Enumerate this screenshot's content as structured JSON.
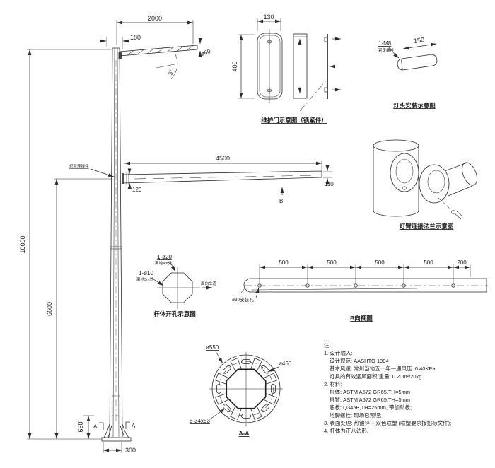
{
  "elevation": {
    "joint_label": "灯臂连接件",
    "dims": {
      "total_height": "10000",
      "lower_arm_height": "6600",
      "base_segment": "650",
      "base_width": "300",
      "top_arm_length": "2000",
      "top_arm_offset": "180",
      "top_arm_tip_dia": "ø60",
      "top_arm_angle": "5°",
      "lower_arm_length": "4500",
      "lower_arm_root_depth": "120",
      "lower_arm_tip_depth": "110"
    },
    "section_mark_left": "A",
    "section_mark_right": "A",
    "view_mark": "B"
  },
  "door_detail": {
    "width": "130",
    "height": "400",
    "caption": "维护门示意图（锁紧件）"
  },
  "arm_tip_detail": {
    "thread": "1-M8",
    "thread_note": "紧定螺栓",
    "length": "150",
    "caption": "灯头安装示意图"
  },
  "clamp_detail": {
    "caption": "灯臂连接法兰示意图"
  },
  "hole_detail": {
    "hole_top": "1-ø20",
    "hole_top_note": "离地4m处",
    "hole_side": "1-ø10",
    "hole_side_note": "离地3m处",
    "direction_note": "面向车道",
    "caption": "杆体开孔示意图"
  },
  "b_view": {
    "spacings": [
      "500",
      "500",
      "500",
      "500",
      "200"
    ],
    "hole_label": "ø30安装孔",
    "caption": "B向视图"
  },
  "flange_detail": {
    "outer_dia": "ø550",
    "bolt_circle_dia": "ø460",
    "slot_spec": "8-34x53",
    "caption": "A-A"
  },
  "notes": {
    "lines": [
      "注:",
      "1. 设计输入:",
      "设计规范: AASHTO 1994",
      "基本风速: 常州当地五十年一遇风压: 0.40KPa",
      "灯具的有效迎风面积/重量: 0.20m²/20kg",
      "2. 材料:",
      "杆体: ASTM A572 GR65,TH=5mm",
      "挑臂: ASTM A572 GR65,TH=5mm",
      "底板: Q345B,TH=25mm, 带加劲板;",
      "地脚螺栓: 现场已预埋;",
      "3. 表面处理: 热镀锌 + 双色喷塑 (喷塑要求按招标文件);",
      "4. 杆体为正八边形."
    ]
  }
}
